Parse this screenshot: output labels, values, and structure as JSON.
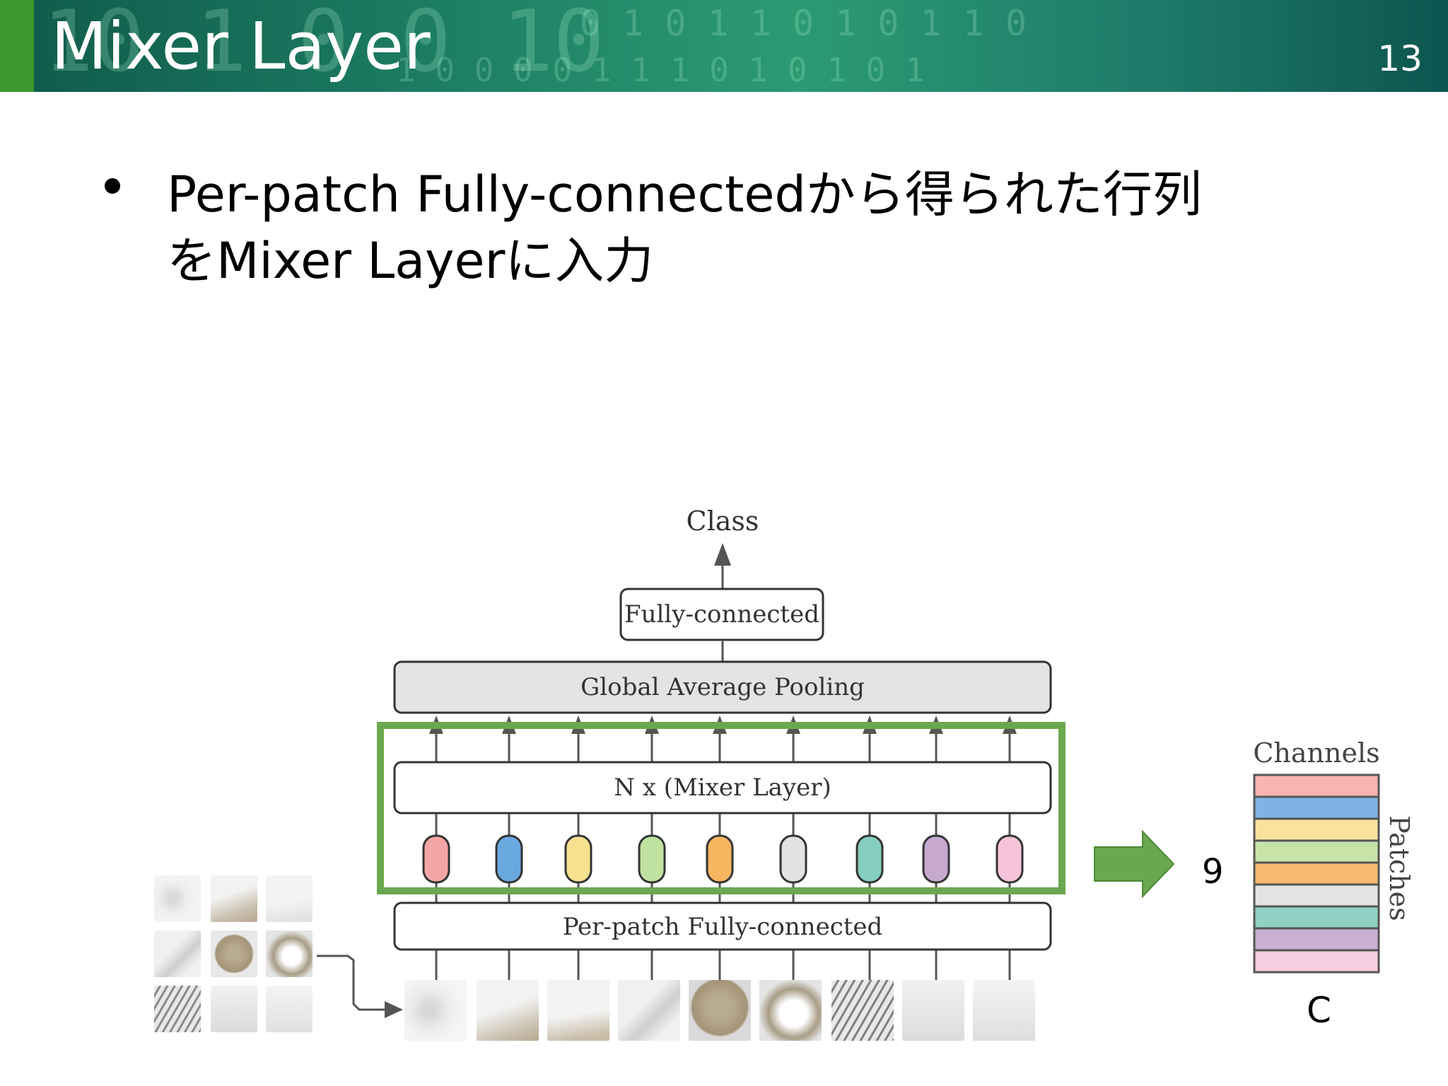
{
  "slide": {
    "title": "Mixer Layer",
    "page_number": "13"
  },
  "bullet": {
    "line1": "Per-patch Fully-connectedから得られた行列",
    "line2": "をMixer Layerに入力"
  },
  "diagram": {
    "class_label": "Class",
    "fully_connected_label": "Fully-connected",
    "global_pooling_label": "Global Average Pooling",
    "mixer_layer_label": "N x (Mixer Layer)",
    "per_patch_label": "Per-patch Fully-connected",
    "token_colors": [
      "#f4a6a6",
      "#6aa9e0",
      "#f7e08f",
      "#bfe2a0",
      "#f7b560",
      "#e2e2e2",
      "#86cfc0",
      "#c7a9cf",
      "#f6c3d8"
    ],
    "highlight_color": "#6aa84f"
  },
  "matrix": {
    "channels_label": "Channels",
    "patches_label": "Patches",
    "rows_label": "9",
    "columns_label": "C",
    "row_colors": [
      "#f9b4b2",
      "#7fb3e6",
      "#fbe29c",
      "#c8e3a8",
      "#f8b971",
      "#e3e3e3",
      "#8fd1c3",
      "#c9b0d3",
      "#f7cde0"
    ]
  }
}
